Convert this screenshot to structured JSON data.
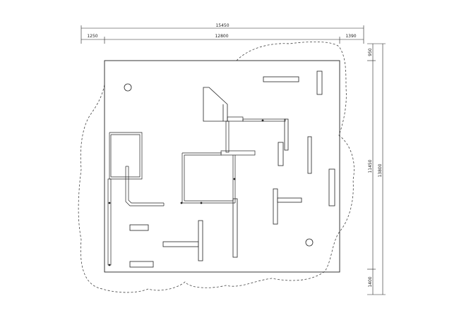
{
  "dimensions": {
    "top_overall": "15450",
    "top_left": "1250",
    "top_middle": "12800",
    "top_right": "1390",
    "right_top": "950",
    "right_middle": "11450",
    "right_overall": "13800",
    "right_bottom": "1400"
  },
  "colors": {
    "line": "#222222",
    "dashed": "#444444",
    "background": "#ffffff"
  }
}
